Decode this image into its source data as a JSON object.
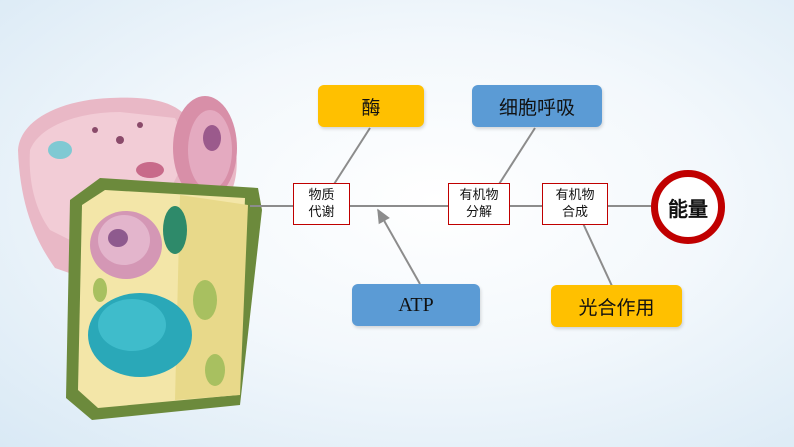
{
  "nodes": {
    "enzyme": "酶",
    "respiration": "细胞呼吸",
    "atp": "ATP",
    "photosynthesis": "光合作用",
    "metabolism": "物质\n代谢",
    "decompose": "有机物\n分解",
    "synthesize": "有机物\n合成",
    "energy": "能量"
  },
  "colors": {
    "yellow": "#ffc000",
    "blue": "#5b9bd5",
    "red": "#c00000",
    "line": "#8c8c8c"
  }
}
